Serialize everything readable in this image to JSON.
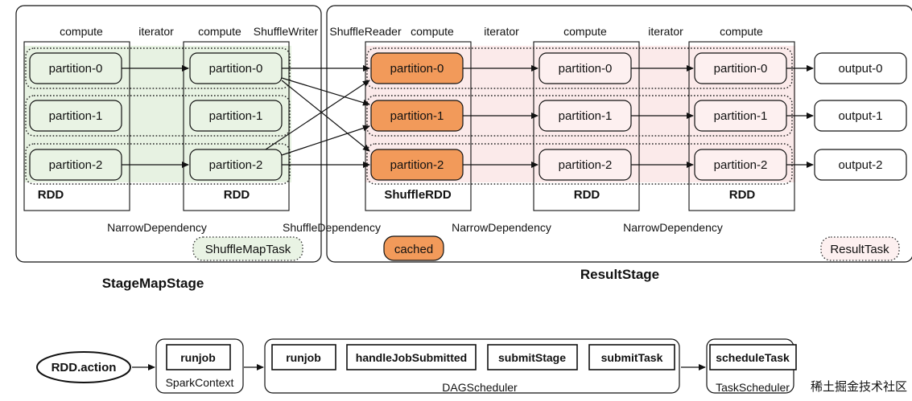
{
  "colors": {
    "stroke": "#111111",
    "green_fill": "#e9f3e4",
    "green_band": "#e7f2e2",
    "pink_fill": "#fdf0f0",
    "pink_band": "#fbeaea",
    "cached_fill": "#f29a5a",
    "cached_stroke": "#b8622a",
    "white": "#ffffff"
  },
  "stage_map": {
    "title": "StageMapStage",
    "task_badge": "ShuffleMapTask",
    "narrow_dependency": "NarrowDependency",
    "rdd1": {
      "header_compute": "compute",
      "footer": "RDD",
      "partitions": [
        "partition-0",
        "partition-1",
        "partition-2"
      ]
    },
    "iterator_label": "iterator",
    "rdd2": {
      "header_compute": "compute",
      "header_writer": "ShuffleWriter",
      "footer": "RDD",
      "partitions": [
        "partition-0",
        "partition-1",
        "partition-2"
      ]
    }
  },
  "shuffle_dependency": "ShuffleDependency",
  "result_stage": {
    "title": "ResultStage",
    "task_badge": "ResultTask",
    "cached_badge": "cached",
    "shuffle_rdd": {
      "header_reader": "ShuffleReader",
      "header_compute": "compute",
      "footer": "ShuffleRDD",
      "partitions": [
        "partition-0",
        "partition-1",
        "partition-2"
      ]
    },
    "iterator_label_1": "iterator",
    "narrow_dependency_1": "NarrowDependency",
    "rdd2": {
      "header_compute": "compute",
      "footer": "RDD",
      "partitions": [
        "partition-0",
        "partition-1",
        "partition-2"
      ]
    },
    "iterator_label_2": "iterator",
    "narrow_dependency_2": "NarrowDependency",
    "rdd3": {
      "header_compute": "compute",
      "footer": "RDD",
      "partitions": [
        "partition-0",
        "partition-1",
        "partition-2"
      ]
    },
    "outputs": [
      "output-0",
      "output-1",
      "output-2"
    ]
  },
  "pipeline": {
    "action": "RDD.action",
    "spark_context": {
      "label": "SparkContext",
      "steps": [
        "runjob"
      ]
    },
    "dag_scheduler": {
      "label": "DAGScheduler",
      "steps": [
        "runjob",
        "handleJobSubmitted",
        "submitStage",
        "submitTask"
      ]
    },
    "task_scheduler": {
      "label": "TaskScheduler",
      "steps": [
        "scheduleTask"
      ]
    }
  },
  "watermark": "稀土掘金技术社区"
}
